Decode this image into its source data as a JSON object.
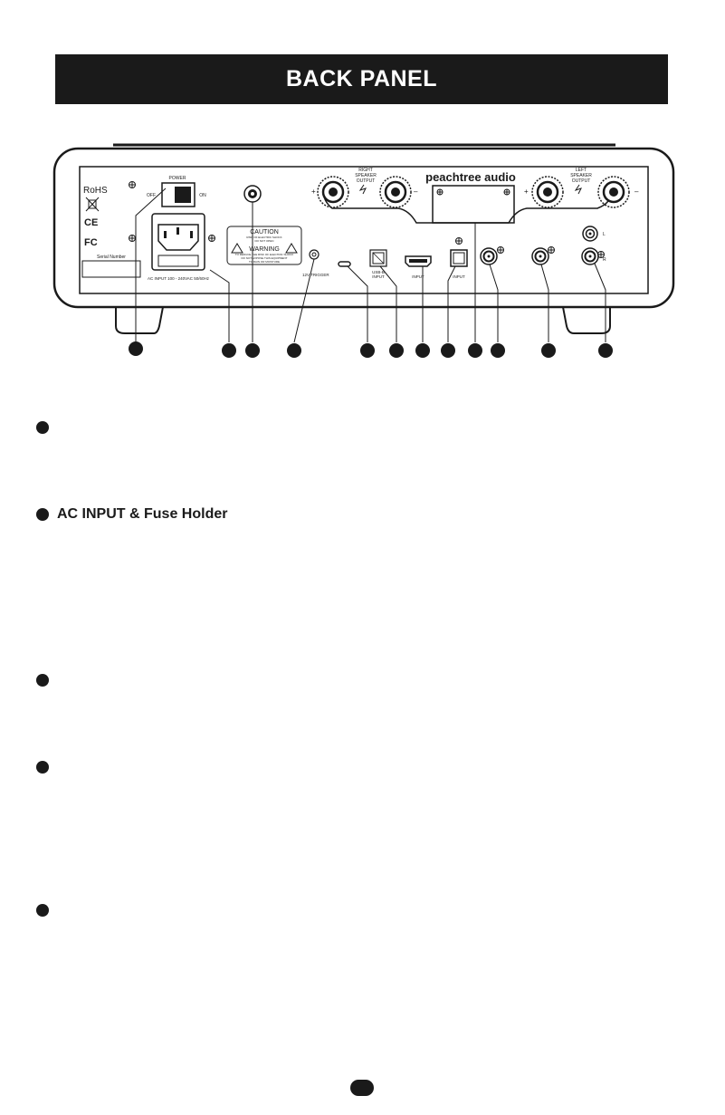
{
  "header": {
    "title": "BACK PANEL"
  },
  "panel": {
    "rohs": "RoHS",
    "ce": "CE",
    "fc": "FC",
    "serial_label": "Serial Number",
    "power_label": "POWER",
    "off_label": "OFF",
    "on_label": "ON",
    "ac_input_label": "AC INPUT 100 - 240VAC 50/60Hz",
    "caution_title": "CAUTION",
    "caution_line1": "RISK OF ELECTRIC SHOCK",
    "caution_line2": "DO NOT OPEN",
    "warning_title": "WARNING",
    "warning_line1": "TO REDUCE THE RISK OF ELECTRIC SHOCK",
    "warning_line2": "DO NOT EXPOSE THIS EQUIPMENT",
    "warning_line3": "TO RAIN OR MOISTURE",
    "trigger_label": "12V TRIGGER",
    "usb_label_1": "USB-B",
    "usb_label_2": "INPUT",
    "hdmi_label": "INPUT",
    "optical_label": "INPUT",
    "right_spk_1": "RIGHT",
    "right_spk_2": "SPEAKER",
    "right_spk_3": "OUTPUT",
    "left_spk_1": "LEFT",
    "left_spk_2": "SPEAKER",
    "left_spk_3": "OUTPUT",
    "plus": "+",
    "minus": "–",
    "brand": "peachtree audio",
    "rca_l": "L",
    "rca_r": "R"
  },
  "sections": [
    {
      "title": ""
    },
    {
      "title": "AC INPUT & Fuse Holder"
    },
    {
      "title": ""
    },
    {
      "title": ""
    },
    {
      "title": ""
    }
  ]
}
